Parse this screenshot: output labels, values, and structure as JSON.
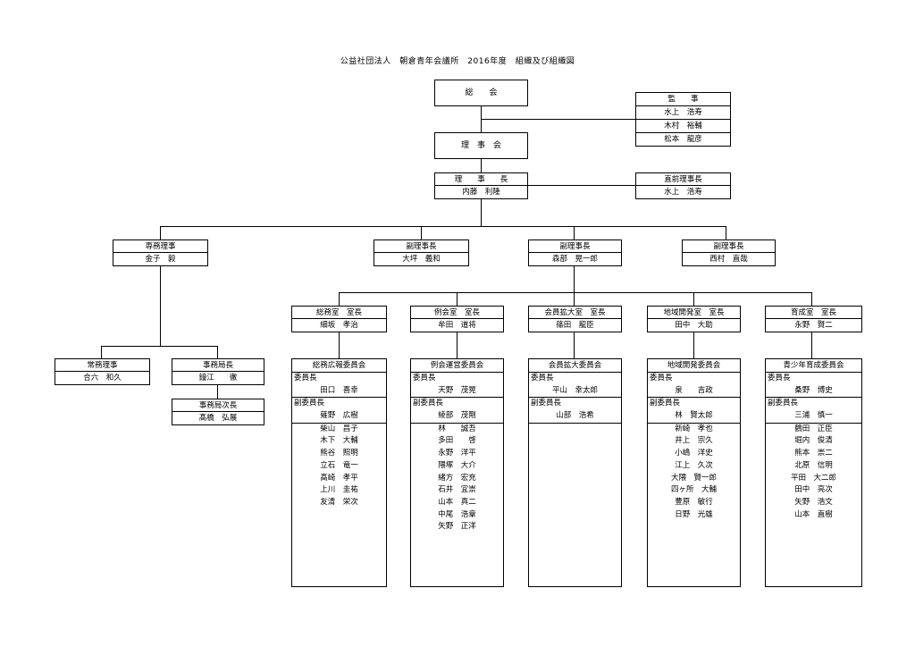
{
  "title": "公益社団法人　朝倉青年会議所　2016年度　組織及び組織図",
  "sokai": "総　　会",
  "kansa": {
    "header": "監　　事",
    "names": [
      "水上　浩寿",
      "木村　裕輔",
      "松本　龍彦"
    ]
  },
  "rijikai": "理　事　会",
  "rijicho": {
    "header": "理　　事　　長",
    "name": "内藤　利隆"
  },
  "zenrijicho": {
    "header": "直前理事長",
    "name": "水上　浩寿"
  },
  "senmu": {
    "header": "専務理事",
    "name": "金子　毅"
  },
  "fukurijicho": [
    {
      "header": "副理事長",
      "name": "大坪　義和"
    },
    {
      "header": "副理事長",
      "name": "森部　晃一郎"
    },
    {
      "header": "副理事長",
      "name": "西村　直哉"
    }
  ],
  "jonin": {
    "header": "常務理事",
    "name": "合六　和久"
  },
  "jimukyokucho": {
    "header": "事務局長",
    "name": "鐘江　　徹"
  },
  "jimukyokujicho": {
    "header": "事務局次長",
    "name": "髙橋　弘展"
  },
  "shitsu": [
    {
      "header": "総務室　室長",
      "name": "細坂　孝治"
    },
    {
      "header": "例会室　室長",
      "name": "牟田　道将"
    },
    {
      "header": "会員拡大室　室長",
      "name": "篠田　龍臣"
    },
    {
      "header": "地域開発室　室長",
      "name": "田中　大助"
    },
    {
      "header": "育成室　室長",
      "name": "永野　賢二"
    }
  ],
  "committees": [
    {
      "header": "総務広報委員会",
      "chair_label": "委員長",
      "chair": "田口　喜幸",
      "vice_label": "副委員長",
      "vice": [
        "薙野　広樹"
      ],
      "members": [
        "柴山　昌子",
        "木下　大輔",
        "熊谷　照明",
        "立石　竜一",
        "髙崎　孝平",
        "上川　圭祐",
        "友清　栄次"
      ]
    },
    {
      "header": "例会運営委員会",
      "chair_label": "委員長",
      "chair": "天野　茂晃",
      "vice_label": "副委員長",
      "vice": [
        "綾部　茂剛"
      ],
      "members": [
        "林　　誠吾",
        "多田　　啓",
        "永野　洋平",
        "隈塚　大介",
        "緒方　宏充",
        "石井　宜崇",
        "山本　真二",
        "中尾　浩章",
        "矢野　正洋"
      ]
    },
    {
      "header": "会員拡大委員会",
      "chair_label": "委員長",
      "chair": "平山　幸太郎",
      "vice_label": "副委員長",
      "vice": [
        "山部　浩希"
      ],
      "members": []
    },
    {
      "header": "地域開発委員会",
      "chair_label": "委員長",
      "chair": "泉　　吉政",
      "vice_label": "副委員長",
      "vice": [
        "林　賢太郎"
      ],
      "members": [
        "新崎　孝也",
        "井上　宗久",
        "小嶋　洋史",
        "江上　久次",
        "大隈　賢一郎",
        "四ヶ所　大輔",
        "豊原　敏行",
        "日野　光雄"
      ]
    },
    {
      "header": "青少年育成委員会",
      "chair_label": "委員長",
      "chair": "桑野　博史",
      "vice_label": "副委員長",
      "vice": [
        "三浦　慎一"
      ],
      "members": [
        "鶴田　正臣",
        "堀内　俊清",
        "熊本　崇二",
        "北原　信明",
        "平田　大二郎",
        "田中　亮次",
        "矢野　浩文",
        "山本　直樹"
      ]
    }
  ]
}
